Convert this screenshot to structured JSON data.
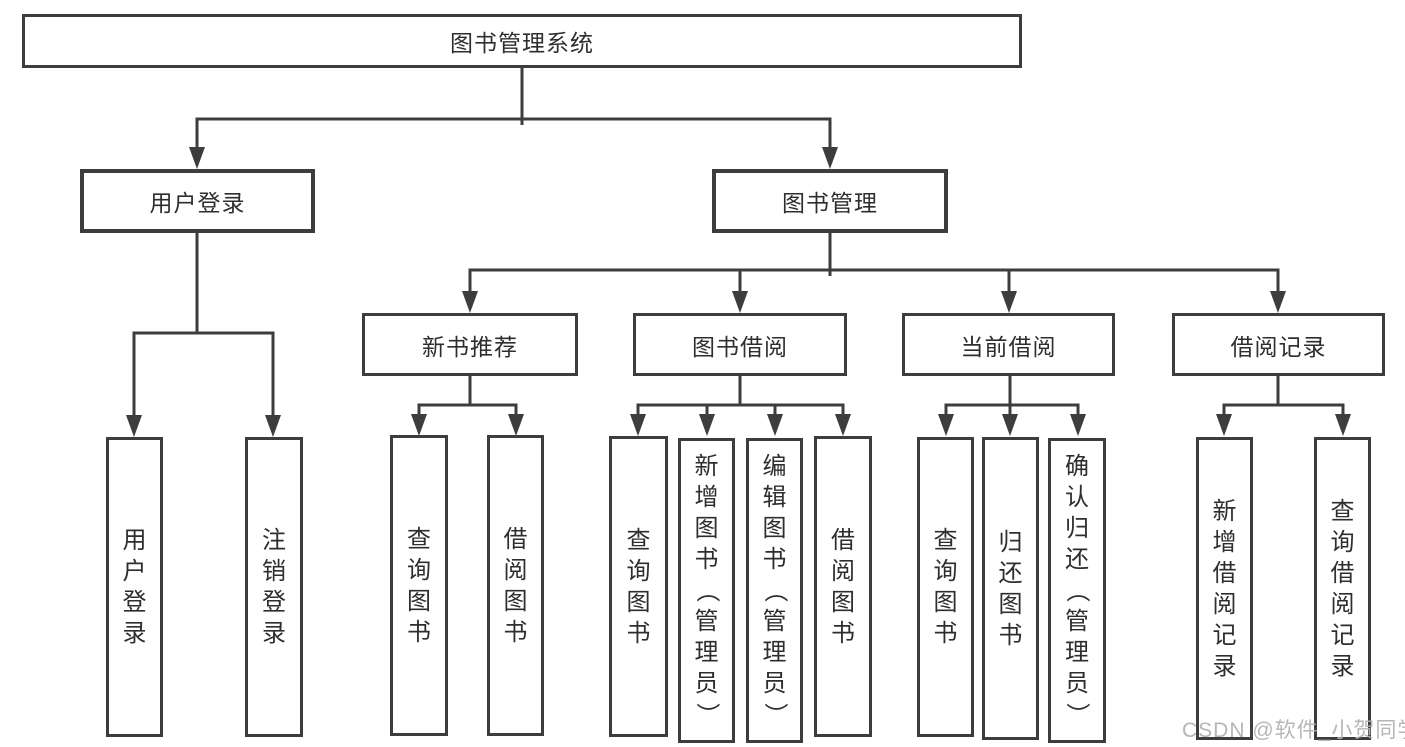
{
  "nodes": {
    "root": "图书管理系统",
    "user_login": "用户登录",
    "book_management": "图书管理",
    "new_book_recommend": "新书推荐",
    "book_borrowing": "图书借阅",
    "current_borrowing": "当前借阅",
    "borrowing_records": "借阅记录",
    "leaf_user_login": "用户登录",
    "leaf_logout": "注销登录",
    "leaf_nb_query_books": "查询图书",
    "leaf_nb_borrow_books": "借阅图书",
    "leaf_bb_query_books": "查询图书",
    "leaf_bb_add_books_admin": "新增图书（管理员）",
    "leaf_bb_edit_books_admin": "编辑图书（管理员）",
    "leaf_bb_borrow_books": "借阅图书",
    "leaf_cb_query_books": "查询图书",
    "leaf_cb_return_books": "归还图书",
    "leaf_cb_confirm_return_admin": "确认归还（管理员）",
    "leaf_br_add_record": "新增借阅记录",
    "leaf_br_query_record": "查询借阅记录"
  },
  "watermark": "CSDN @软件_小贺同学",
  "colors": {
    "line": "#3d3d3d",
    "text": "#2e2e2e",
    "watermark": "#b3b3b3",
    "background": "#ffffff"
  }
}
